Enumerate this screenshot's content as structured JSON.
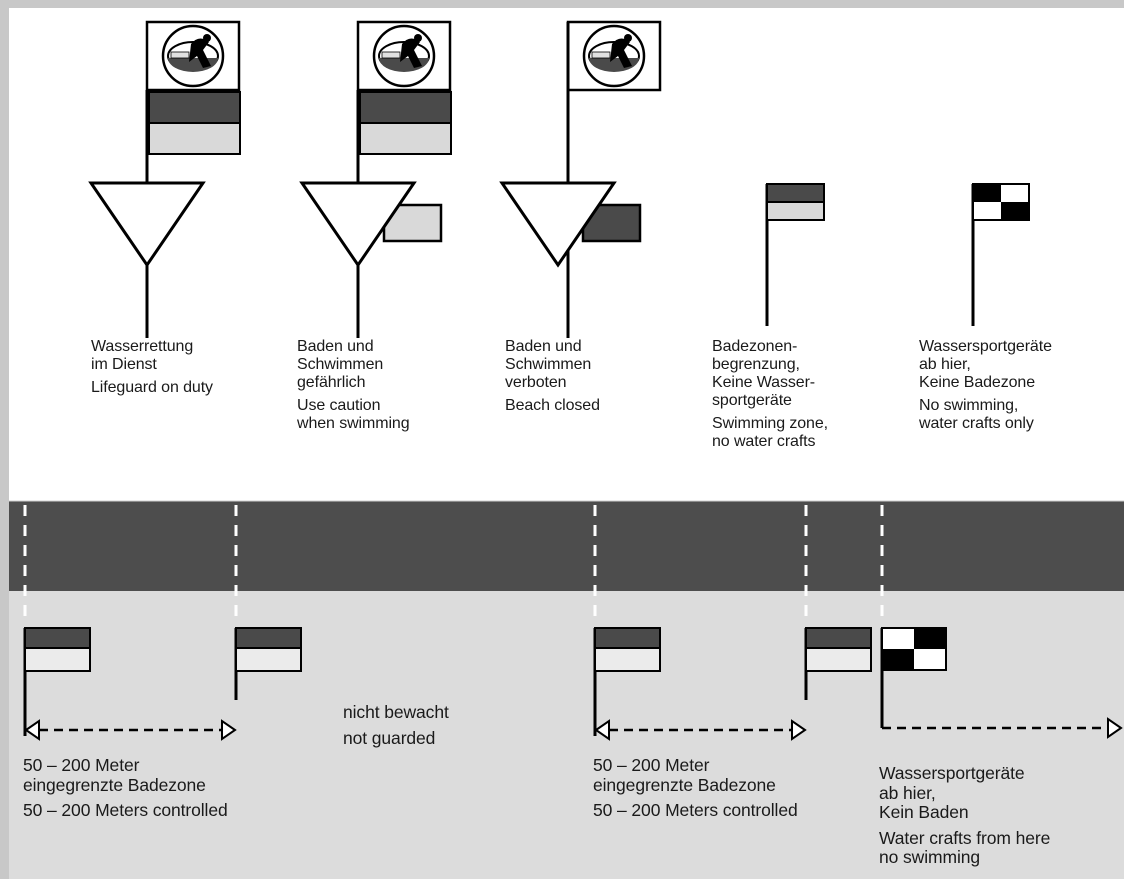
{
  "colors": {
    "dark_gray": "#4a4a4a",
    "light_gray": "#d9d9d9",
    "band_dark": "#4d4d4d",
    "zone_light": "#dcdcdc",
    "outline": "#000000"
  },
  "icons": [
    "dlrg-badge-icon",
    "red-yellow-flag-icon",
    "yellow-flag-icon",
    "red-flag-icon",
    "checkered-flag-icon",
    "double-arrow-icon",
    "right-arrow-icon"
  ],
  "signals": [
    {
      "de": [
        "Wasserrettung",
        "im Dienst"
      ],
      "en": [
        "Lifeguard on duty"
      ]
    },
    {
      "de": [
        "Baden und",
        "Schwimmen",
        "gefährlich"
      ],
      "en": [
        "Use caution",
        "when swimming"
      ]
    },
    {
      "de": [
        "Baden und",
        "Schwimmen",
        "verboten"
      ],
      "en": [
        "Beach closed"
      ]
    },
    {
      "de": [
        "Badezonen-",
        "begrenzung,",
        "Keine Wasser-",
        "sportgeräte"
      ],
      "en": [
        "Swimming zone,",
        "no water crafts"
      ]
    },
    {
      "de": [
        "Wassersportgeräte",
        "ab hier,",
        "Keine Badezone"
      ],
      "en": [
        "No swimming,",
        "water crafts only"
      ]
    }
  ],
  "beach_zones": [
    {
      "de": [
        "50 – 200 Meter",
        "eingegrenzte Badezone"
      ],
      "en": [
        "50 – 200 Meters controlled"
      ]
    },
    {
      "de": [
        "nicht bewacht"
      ],
      "en": [
        "not guarded"
      ]
    },
    {
      "de": [
        "50 – 200 Meter",
        "eingegrenzte Badezone"
      ],
      "en": [
        "50 – 200 Meters controlled"
      ]
    },
    {
      "de": [
        "Wassersportgeräte",
        "ab hier,",
        "Kein Baden"
      ],
      "en": [
        "Water crafts from here",
        "no swimming"
      ]
    }
  ]
}
